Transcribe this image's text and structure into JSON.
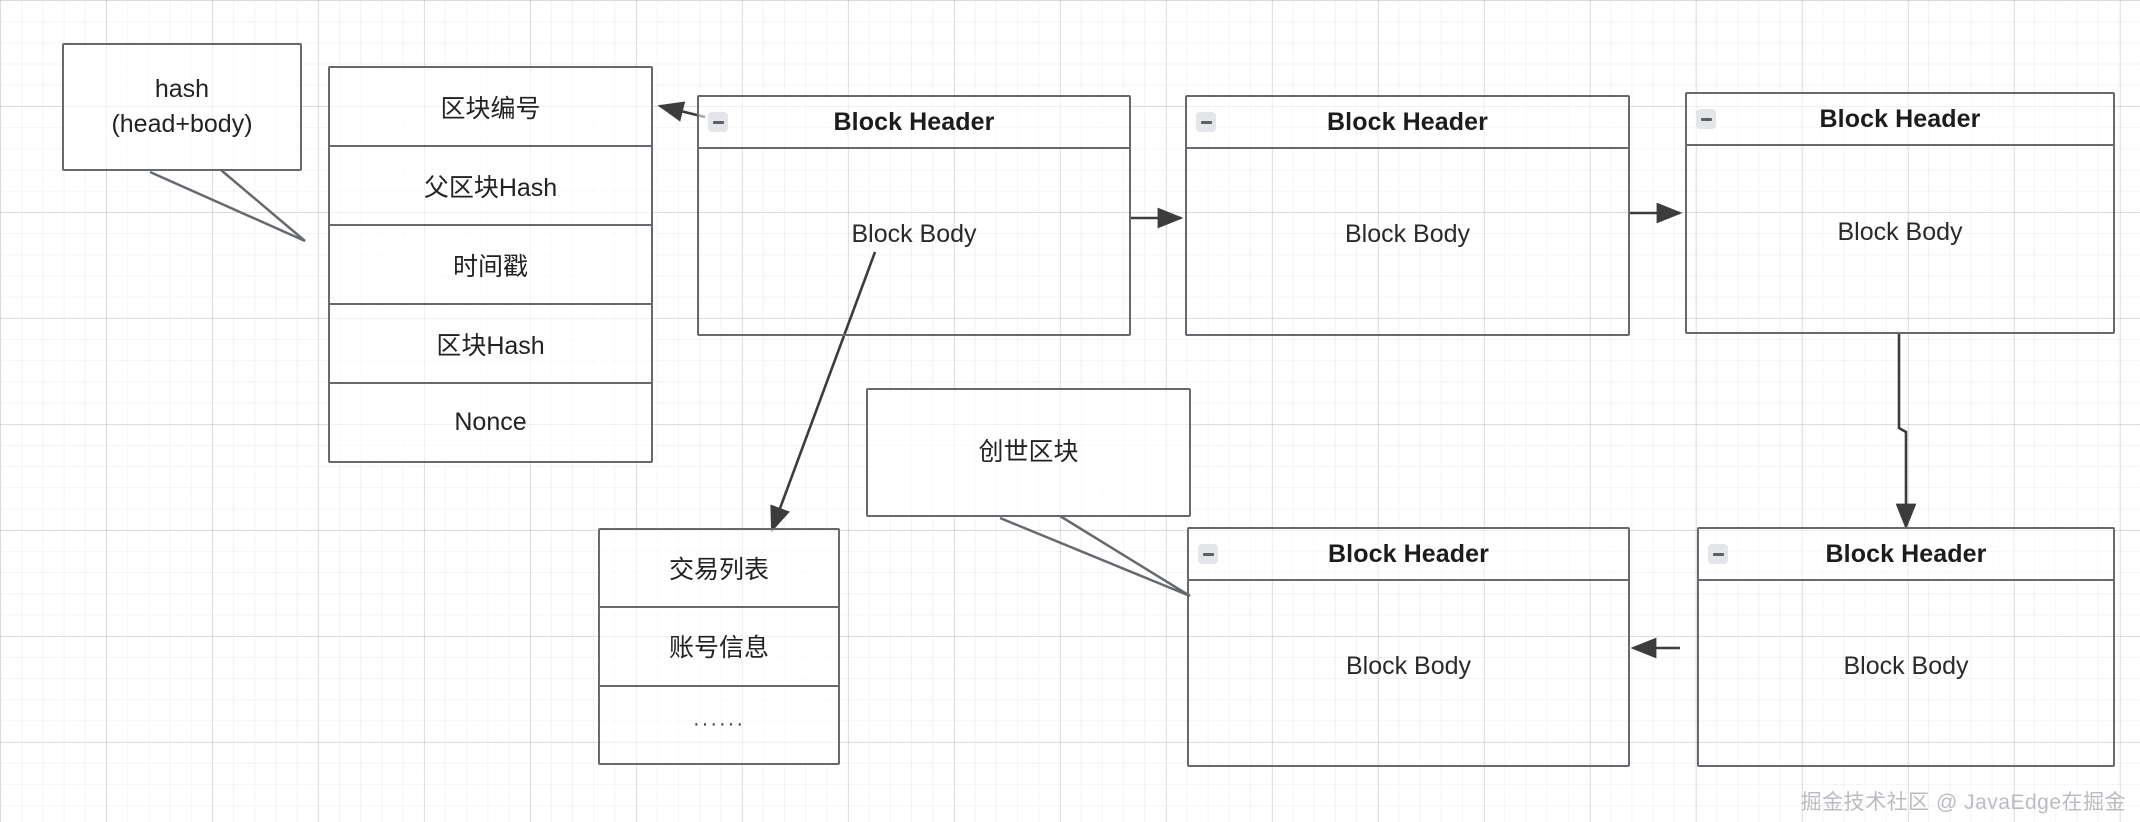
{
  "diagram": {
    "title": "Blockchain block structure diagram",
    "colors": {
      "stroke": "#666a6e",
      "arrow": "#3c3c3c",
      "text": "#222222",
      "grid_minor": "rgba(0,0,0,0.045)",
      "grid_major": "rgba(0,0,0,0.10)",
      "icon_bg": "#e3e5e9",
      "watermark": "#b9bcc0"
    }
  },
  "callouts": [
    {
      "id": "hash-callout",
      "text": "hash\n(head+body)"
    },
    {
      "id": "genesis-callout",
      "text": "创世区块"
    }
  ],
  "block_header_fields": {
    "id": "block-header-fields-table",
    "rows": [
      "区块编号",
      "父区块Hash",
      "时间戳",
      "区块Hash",
      "Nonce"
    ]
  },
  "block_body_fields": {
    "id": "block-body-fields-table",
    "rows": [
      "交易列表",
      "账号信息",
      "······"
    ]
  },
  "blocks": [
    {
      "id": "block-1",
      "header": "Block Header",
      "body": "Block Body",
      "icon": "collapse-minus-icon"
    },
    {
      "id": "block-2",
      "header": "Block Header",
      "body": "Block Body",
      "icon": "collapse-minus-icon"
    },
    {
      "id": "block-3",
      "header": "Block Header",
      "body": "Block Body",
      "icon": "collapse-minus-icon"
    },
    {
      "id": "block-4",
      "header": "Block Header",
      "body": "Block Body",
      "icon": "collapse-minus-icon"
    },
    {
      "id": "block-5",
      "header": "Block Header",
      "body": "Block Body",
      "icon": "collapse-minus-icon"
    }
  ],
  "connections": [
    {
      "id": "conn-block1-to-fields",
      "from": "block-1",
      "to": "block-header-fields-table",
      "direction": "left"
    },
    {
      "id": "conn-block1-body-to-bodyfields",
      "from": "block-1",
      "to": "block-body-fields-table",
      "direction": "down-left"
    },
    {
      "id": "conn-block1-to-block2",
      "from": "block-1",
      "to": "block-2",
      "direction": "right"
    },
    {
      "id": "conn-block2-to-block3",
      "from": "block-2",
      "to": "block-3",
      "direction": "right"
    },
    {
      "id": "conn-block3-to-block5",
      "from": "block-3",
      "to": "block-5",
      "direction": "down"
    },
    {
      "id": "conn-block5-to-block4",
      "from": "block-5",
      "to": "block-4",
      "direction": "left"
    }
  ],
  "watermark": {
    "text": "掘金技术社区 @ JavaEdge在掘金"
  }
}
